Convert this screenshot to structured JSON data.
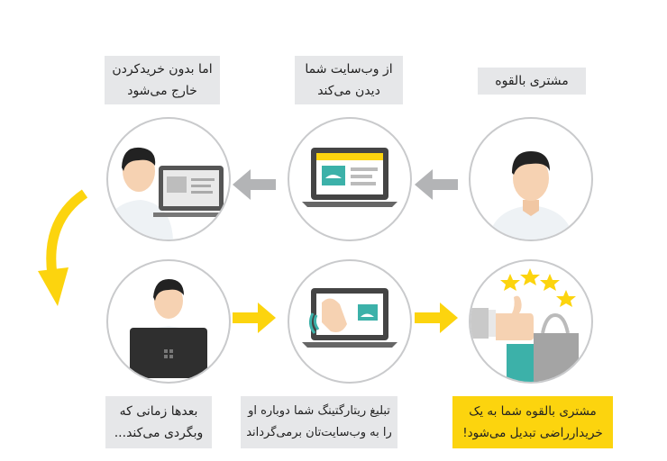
{
  "steps": [
    {
      "label_line1": "مشتری بالقوه",
      "label_line2": ""
    },
    {
      "label_line1": "از وب‌سایت شما",
      "label_line2": "دیدن می‌کند"
    },
    {
      "label_line1": "اما بدون خریدکردن",
      "label_line2": "خارج می‌شود"
    },
    {
      "label_line1": "بعدها زمانی که",
      "label_line2": "وبگردی می‌کند..."
    },
    {
      "label_line1": "تبلیغ ریتارگتینگ شما دوباره او",
      "label_line2": "را به وب‌سایت‌تان برمی‌گرداند"
    },
    {
      "label_line1": "مشتری بالقوه شما به یک",
      "label_line2": "خریدارراضی تبدیل می‌شود!"
    }
  ],
  "colors": {
    "accent": "#fcd40e",
    "box": "#e6e7e9",
    "arrow_gray": "#b3b4b6"
  }
}
